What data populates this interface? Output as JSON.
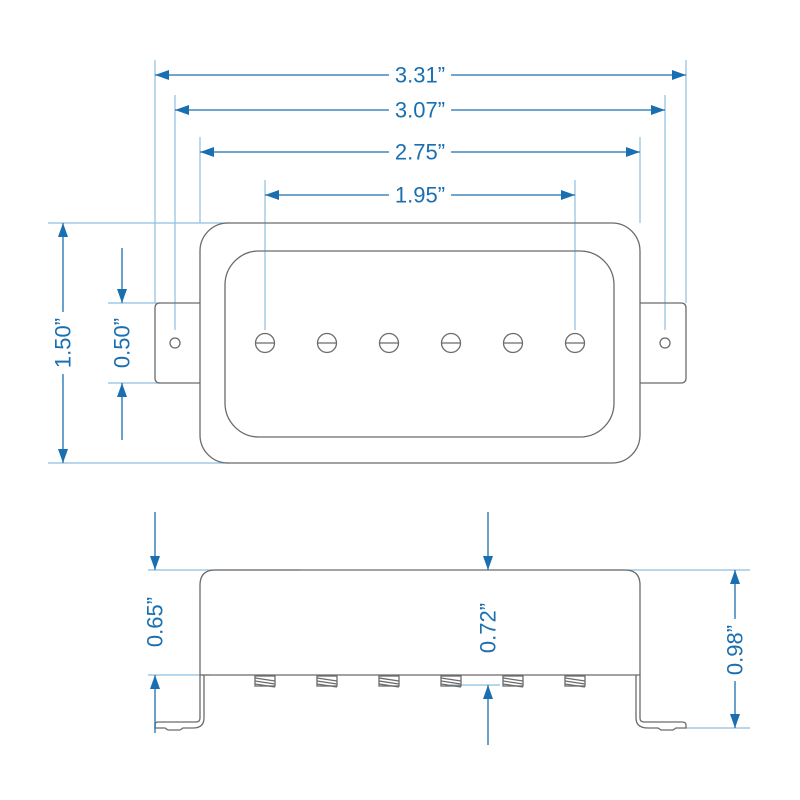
{
  "colors": {
    "dimension": "#1a6fb0",
    "extension": "#8fbfe0",
    "outline": "#6b6b6b"
  },
  "top_view": {
    "dimensions": {
      "overall_length_with_ears": "3.31”",
      "mounting_hole_spacing": "3.07”",
      "cover_length": "2.75”",
      "pole_spacing": "1.95”",
      "cover_width": "1.50”",
      "ear_width": "0.50”"
    },
    "pole_count": 6
  },
  "side_view": {
    "dimensions": {
      "cover_height": "0.65”",
      "height_to_pole_bottom": "0.72”",
      "total_height": "0.98”"
    }
  }
}
